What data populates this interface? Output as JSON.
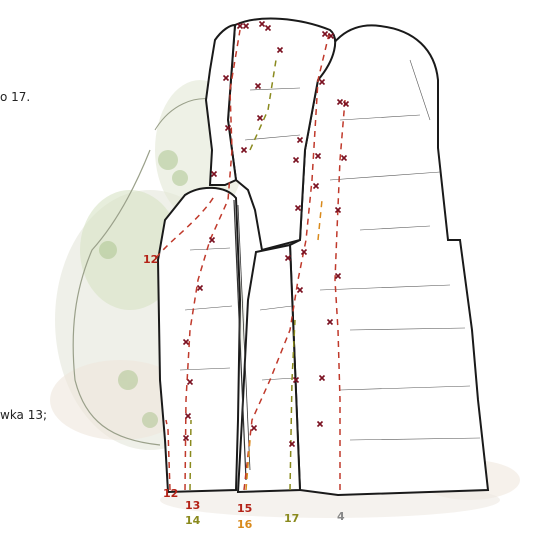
{
  "side_texts": {
    "top": "o 17.",
    "bottom": "wka 13;"
  },
  "route_labels": [
    {
      "id": "r12-left",
      "text": "12",
      "color": "#b42318"
    },
    {
      "id": "r12-bottom",
      "text": "12",
      "color": "#b42318"
    },
    {
      "id": "r13",
      "text": "13",
      "color": "#b42318"
    },
    {
      "id": "r14",
      "text": "14",
      "color": "#8a8a1e"
    },
    {
      "id": "r15",
      "text": "15",
      "color": "#b42318"
    },
    {
      "id": "r16",
      "text": "16",
      "color": "#d98a1c"
    },
    {
      "id": "r17",
      "text": "17",
      "color": "#8a8a1e"
    },
    {
      "id": "r4",
      "text": "4",
      "color": "#888888"
    }
  ],
  "colors": {
    "route_red": "#c0392b",
    "route_olive": "#8a8a1e",
    "route_orange": "#d98a1c",
    "bolt": "#7a1020",
    "rock_outline": "#1a1a1a",
    "vegetation": "#a8c28a"
  }
}
